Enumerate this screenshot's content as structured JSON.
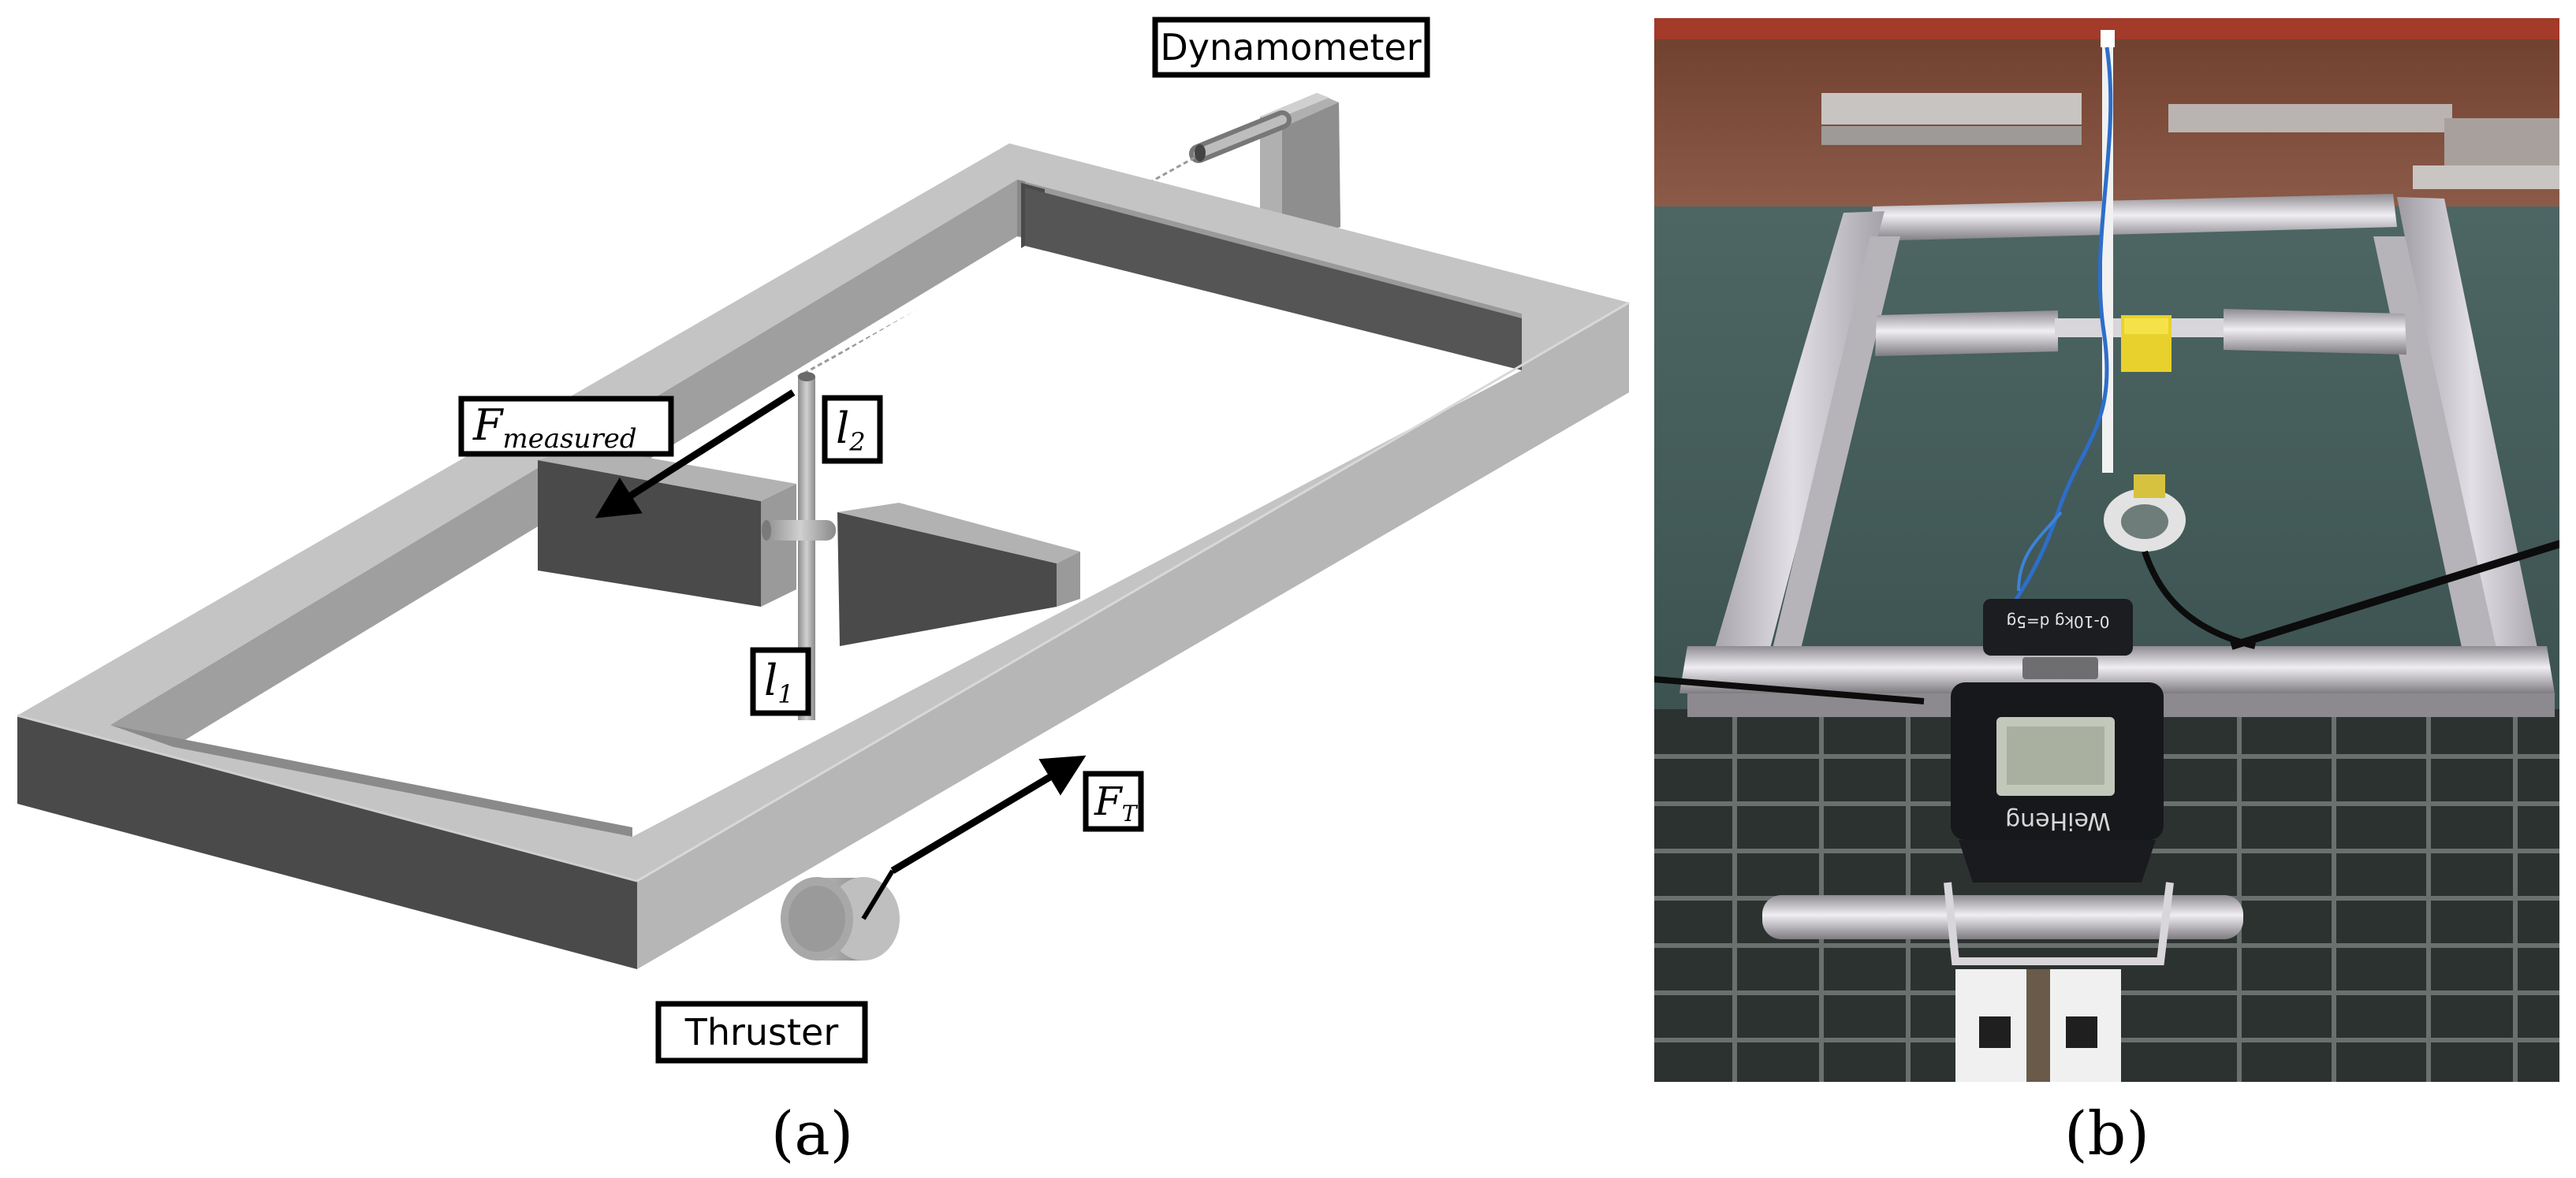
{
  "panel_a": {
    "labels": {
      "dynamometer": "Dynamometer",
      "thruster": "Thruster",
      "f_measured": {
        "base": "F",
        "sub": "measured"
      },
      "f_t": {
        "base": "F",
        "sub": "T"
      },
      "l1": {
        "base": "l",
        "sub": "1"
      },
      "l2": {
        "base": "l",
        "sub": "2"
      }
    },
    "caption": "(a)"
  },
  "panel_b": {
    "scale_brand": "WeiHeng",
    "scale_spec": "0-10kg d=5g",
    "caption": "(b)"
  },
  "colors": {
    "frame_light": "#b4b4b4",
    "frame_top": "#c2c2c2",
    "frame_dark": "#4a4a4a",
    "water": "#3f5a58",
    "aluminum": "#c9c7cc"
  }
}
